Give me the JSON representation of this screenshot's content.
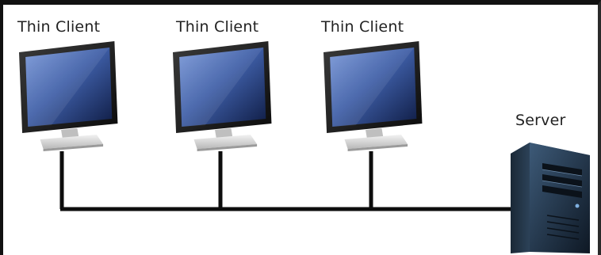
{
  "nodes": {
    "client_1": {
      "label": "Thin Client",
      "icon": "monitor-icon"
    },
    "client_2": {
      "label": "Thin Client",
      "icon": "monitor-icon"
    },
    "client_3": {
      "label": "Thin Client",
      "icon": "monitor-icon"
    },
    "server": {
      "label": "Server",
      "icon": "server-tower-icon"
    }
  },
  "colors": {
    "frame": "#111111",
    "cable": "#0d0d0d",
    "screen_dark": "#12204a",
    "screen_light": "#6f8fd0",
    "bezel": "#1a1a1a",
    "stand": "#d9d9d9",
    "server_body": "#1c2c3c"
  }
}
